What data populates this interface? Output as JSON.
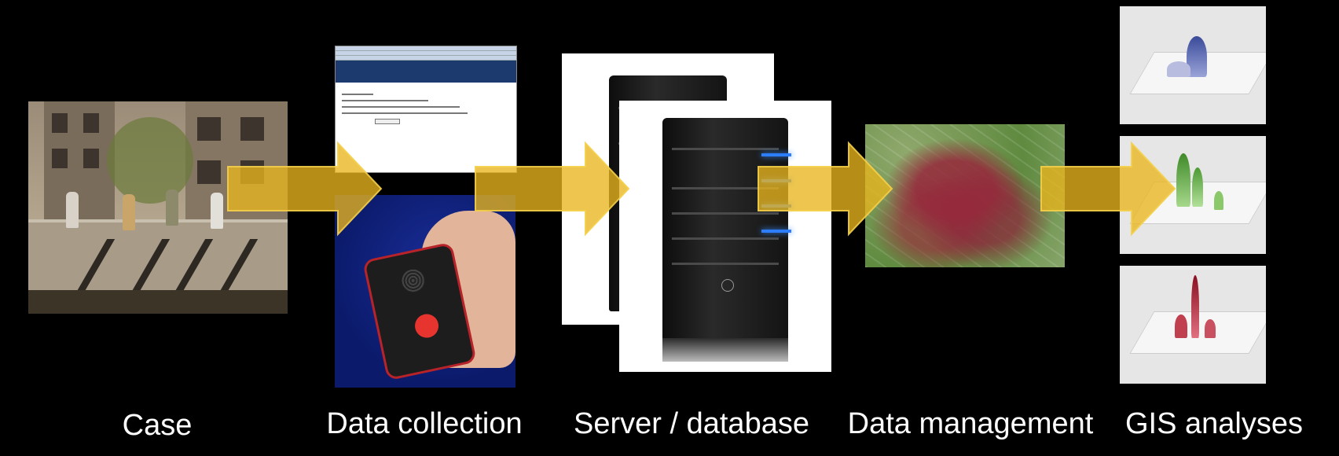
{
  "labels": {
    "case": "Case",
    "data_collection": "Data collection",
    "server_database": "Server / database",
    "data_management": "Data management",
    "gis_analyses": "GIS analyses"
  },
  "colors": {
    "background": "#000000",
    "arrow_fill": "#e8b51e",
    "label_text": "#ffffff",
    "server_led": "#2d7dff"
  },
  "icons": {
    "arrow": "right-arrow"
  }
}
